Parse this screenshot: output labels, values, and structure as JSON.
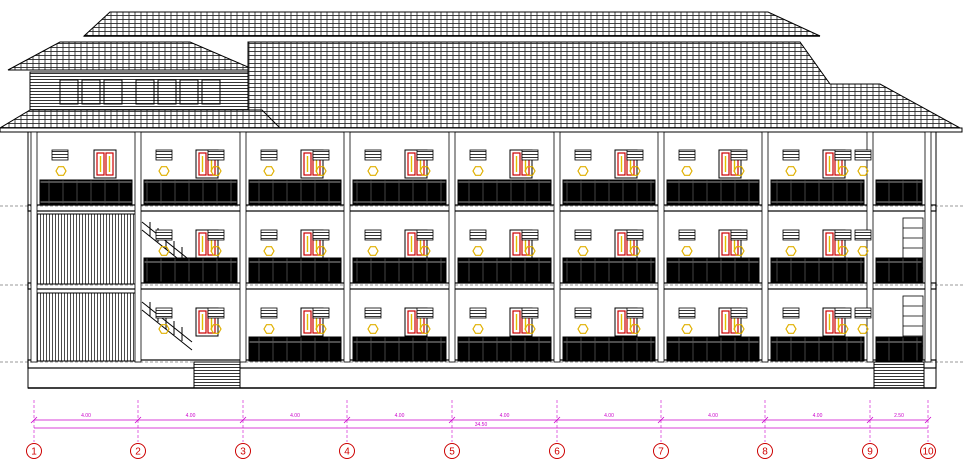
{
  "drawing": {
    "type": "building-elevation",
    "line_color": "#000000",
    "window_frame_color": "#cc0000",
    "window_glazing_color": "#e0c000",
    "vent_color": "#e0b000",
    "dimension_color": "#cc00cc",
    "grid_marker_color": "#cc0000"
  },
  "grid": {
    "labels": [
      "1",
      "2",
      "3",
      "4",
      "5",
      "6",
      "7",
      "8",
      "9",
      "10"
    ]
  },
  "dimensions": {
    "spans": [
      "4.00",
      "4.00",
      "4.00",
      "4.00",
      "4.00",
      "4.00",
      "4.00",
      "4.00",
      "2.50"
    ],
    "overall": "34.50"
  }
}
